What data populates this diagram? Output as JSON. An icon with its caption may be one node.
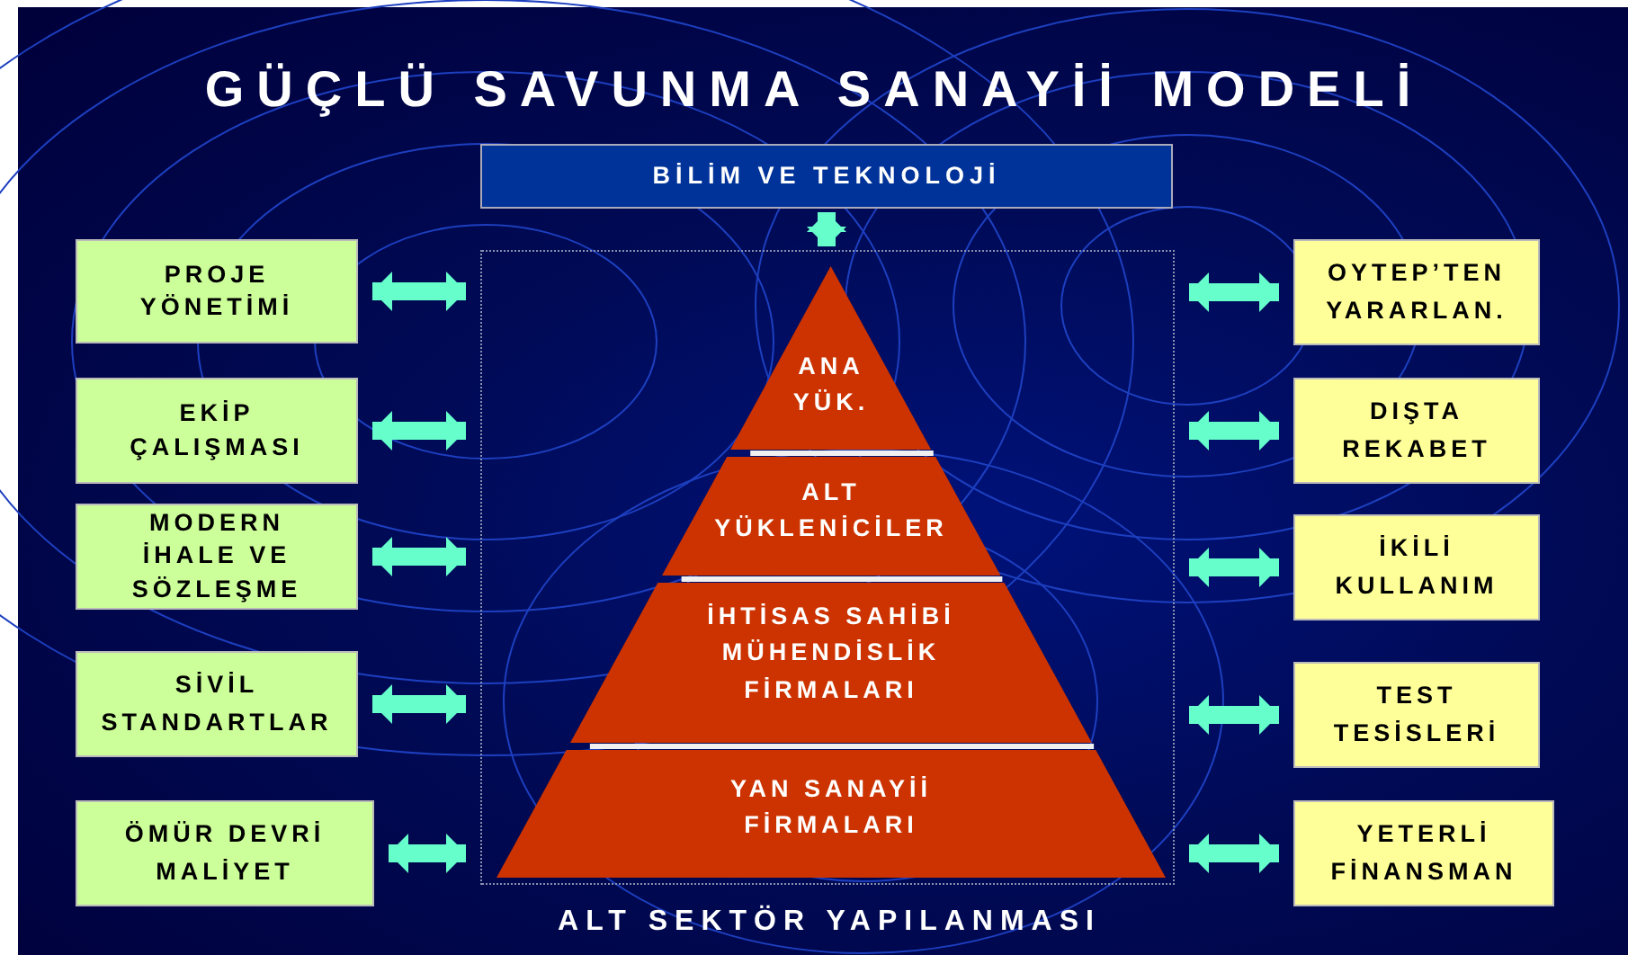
{
  "diagram": {
    "title": "GÜÇLÜ SAVUNMA SANAYİİ MODELİ",
    "nodes": [
      {
        "text": [
          "BİLİM VE TEKNOLOJİ"
        ]
      },
      {
        "text": [
          "ALT SEKTÖR YAPILANMASI"
        ]
      },
      {
        "text": [
          "ANA YÜK."
        ],
        "in": 1
      },
      {
        "text": [
          "ALT YÜKLENİCİLER"
        ],
        "in": 1
      },
      {
        "text": [
          "İHTİSAS SAHİBİ MÜHENDİSLİK FİRMALARI"
        ],
        "in": 1
      },
      {
        "text": [
          "YAN SANAYİİ FİRMALARI"
        ],
        "in": 1
      },
      {
        "text": [
          "PROJE YÖNETİMİ"
        ]
      },
      {
        "text": [
          "EKİP ÇALIŞMASI"
        ]
      },
      {
        "text": [
          "MODERN İHALE VE SÖZLEŞME"
        ]
      },
      {
        "text": [
          "SİVİL STANDARTLAR"
        ]
      },
      {
        "text": [
          "ÖMÜR DEVRİ MALİYET"
        ]
      },
      {
        "text": [
          "OYTEP’TEN YARARLAN."
        ]
      },
      {
        "text": [
          "DIŞTA REKABET"
        ]
      },
      {
        "text": [
          "İKİLİ KULLANIM"
        ]
      },
      {
        "text": [
          "TEST TESİSLERİ"
        ]
      },
      {
        "text": [
          "YETERLİ FİNANSMAN"
        ]
      }
    ],
    "edges": [
      {
        "from": 0,
        "to": 1,
        "arrow": "both"
      },
      {
        "from": 6,
        "to": 1,
        "arrow": "both"
      },
      {
        "from": 7,
        "to": 1,
        "arrow": "both"
      },
      {
        "from": 8,
        "to": 1,
        "arrow": "both"
      },
      {
        "from": 9,
        "to": 1,
        "arrow": "both"
      },
      {
        "from": 10,
        "to": 1,
        "arrow": "both"
      },
      {
        "from": 11,
        "to": 1,
        "arrow": "both"
      },
      {
        "from": 12,
        "to": 1,
        "arrow": "both"
      },
      {
        "from": 13,
        "to": 1,
        "arrow": "both"
      },
      {
        "from": 14,
        "to": 1,
        "arrow": "both"
      },
      {
        "from": 15,
        "to": 1,
        "arrow": "both"
      }
    ]
  }
}
